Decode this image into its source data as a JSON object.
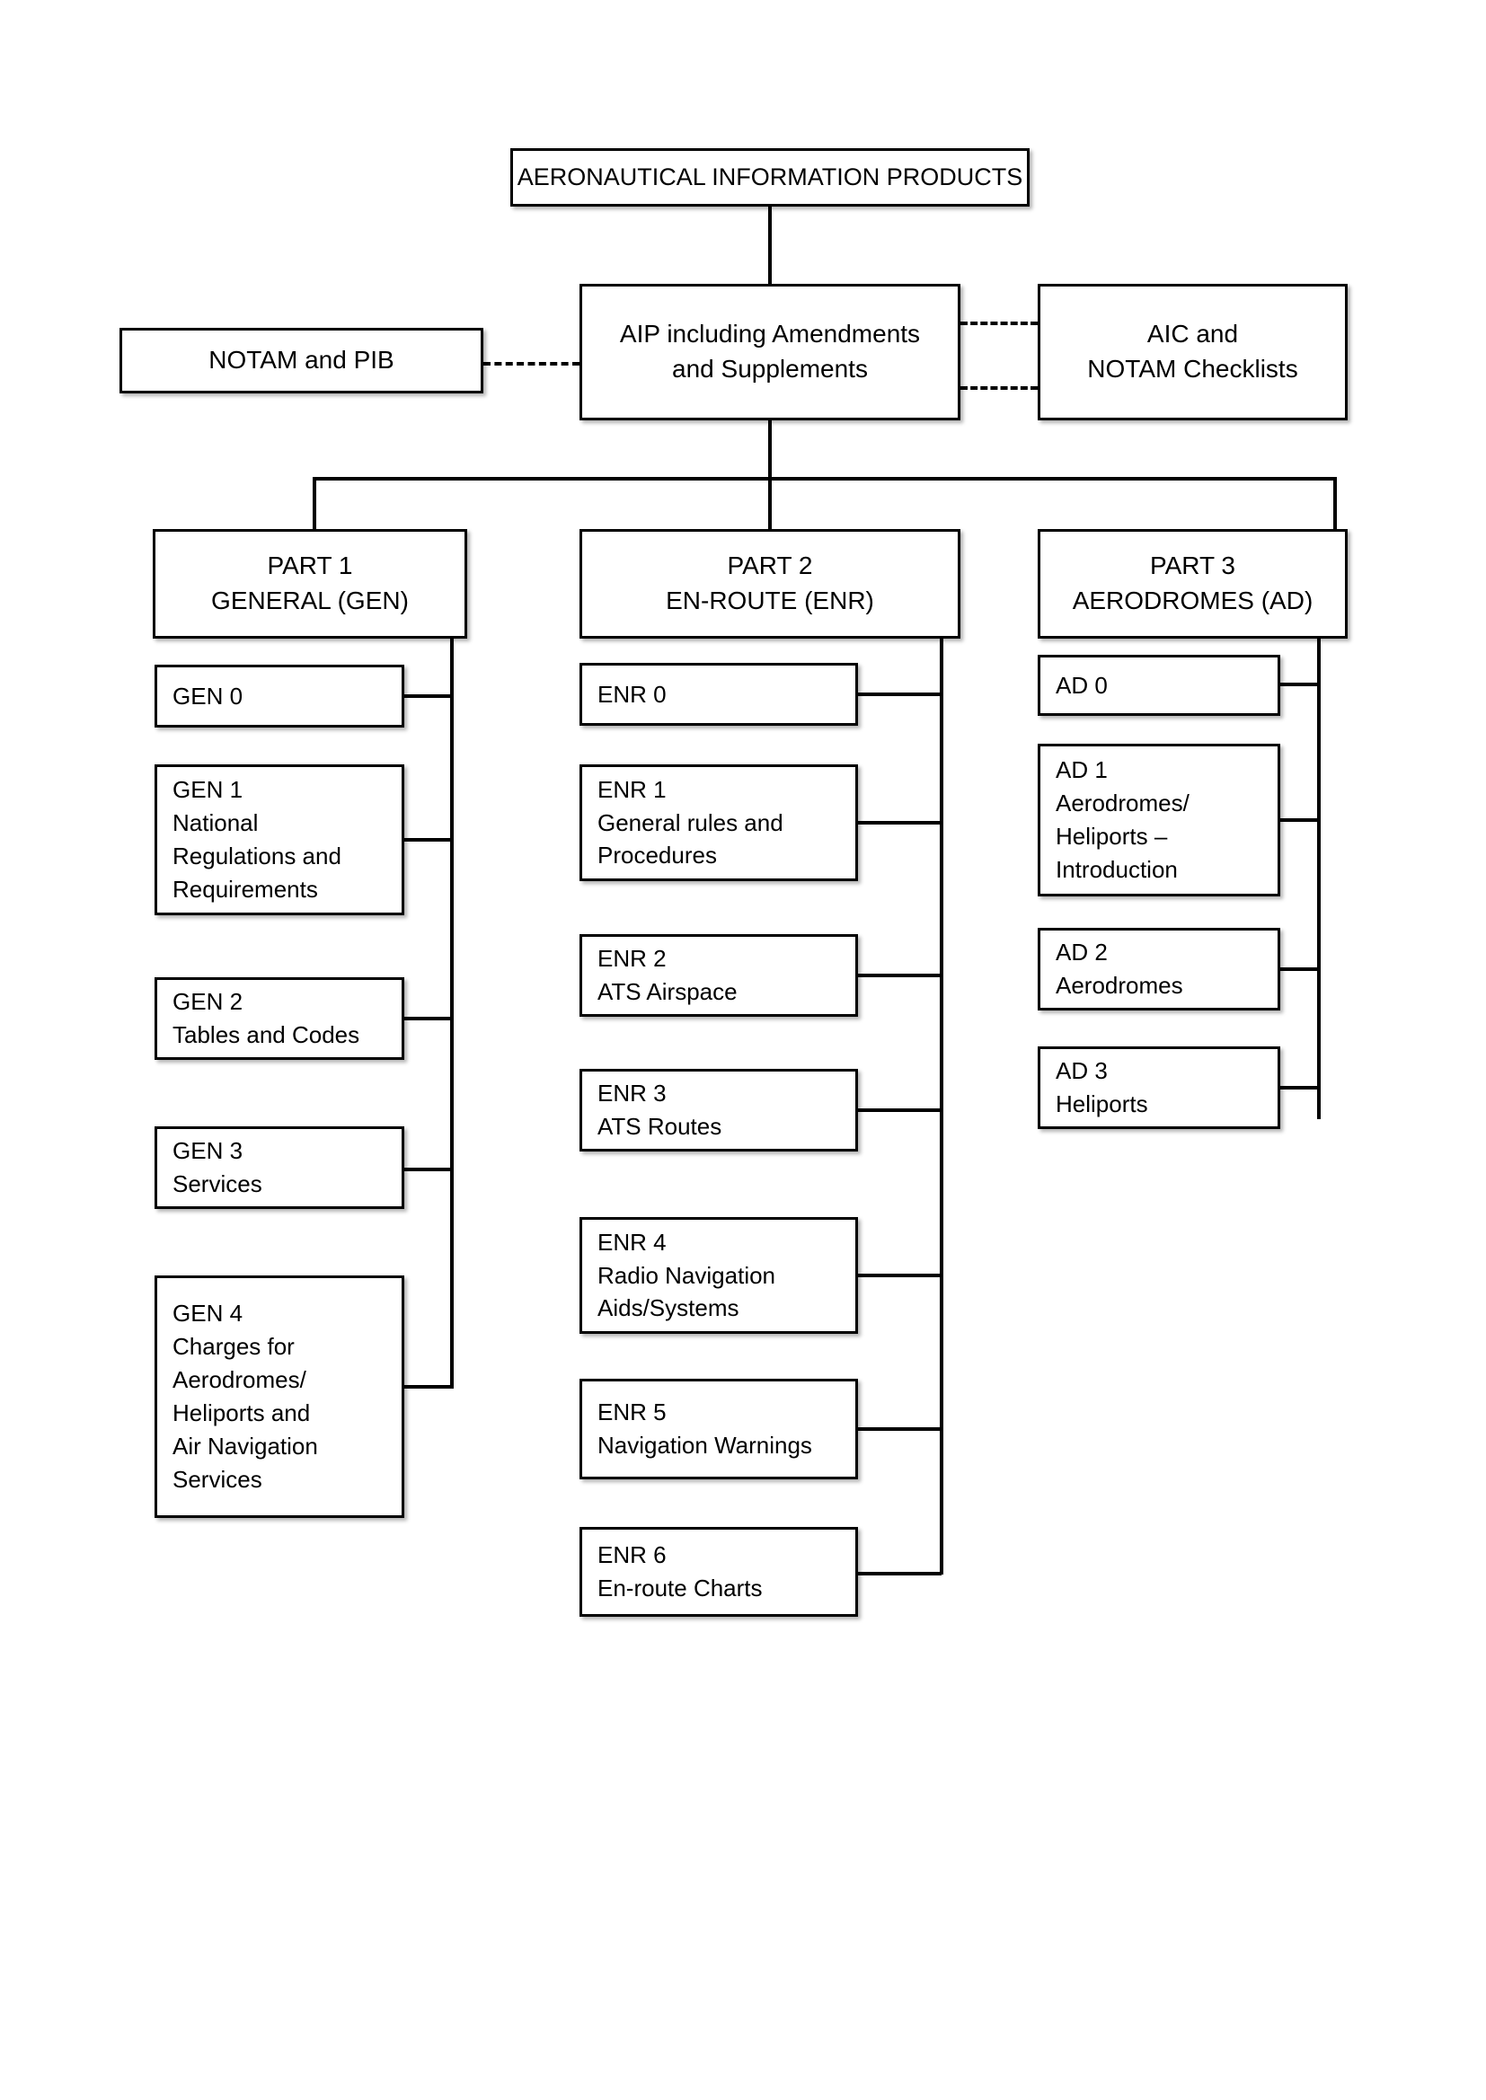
{
  "diagram": {
    "title_box": {
      "label": "AERONAUTICAL INFORMATION PRODUCTS"
    },
    "level2": {
      "notam": {
        "label": "NOTAM and PIB"
      },
      "aip": {
        "line1": "AIP including Amendments",
        "line2": "and Supplements"
      },
      "aic": {
        "line1": "AIC and",
        "line2": "NOTAM Checklists"
      }
    },
    "parts": [
      {
        "id": "part1",
        "line1": "PART 1",
        "line2": "GENERAL (GEN)"
      },
      {
        "id": "part2",
        "line1": "PART 2",
        "line2": "EN-ROUTE (ENR)"
      },
      {
        "id": "part3",
        "line1": "PART 3",
        "line2": "AERODROMES (AD)"
      }
    ],
    "gen_items": [
      {
        "code": "GEN 0",
        "lines": []
      },
      {
        "code": "GEN 1",
        "lines": [
          "National",
          "Regulations and",
          "Requirements"
        ]
      },
      {
        "code": "GEN 2",
        "lines": [
          "Tables and Codes"
        ]
      },
      {
        "code": "GEN 3",
        "lines": [
          "Services"
        ]
      },
      {
        "code": "GEN 4",
        "lines": [
          "Charges for",
          "Aerodromes/",
          "Heliports and",
          "Air Navigation",
          "Services"
        ]
      }
    ],
    "enr_items": [
      {
        "code": "ENR 0",
        "lines": []
      },
      {
        "code": "ENR 1",
        "lines": [
          "General rules and",
          "Procedures"
        ]
      },
      {
        "code": "ENR 2",
        "lines": [
          "ATS Airspace"
        ]
      },
      {
        "code": "ENR 3",
        "lines": [
          "ATS Routes"
        ]
      },
      {
        "code": "ENR 4",
        "lines": [
          "Radio Navigation",
          "Aids/Systems"
        ]
      },
      {
        "code": "ENR 5",
        "lines": [
          "Navigation Warnings"
        ]
      },
      {
        "code": "ENR 6",
        "lines": [
          "En-route Charts"
        ]
      }
    ],
    "ad_items": [
      {
        "code": "AD 0",
        "lines": []
      },
      {
        "code": "AD 1",
        "lines": [
          "Aerodromes/",
          "Heliports –",
          "Introduction"
        ]
      },
      {
        "code": "AD 2",
        "lines": [
          "Aerodromes"
        ]
      },
      {
        "code": "AD 3",
        "lines": [
          "Heliports"
        ]
      }
    ],
    "colors": {
      "line": "#000000",
      "box_fill": "#ffffff",
      "text": "#000000"
    }
  }
}
